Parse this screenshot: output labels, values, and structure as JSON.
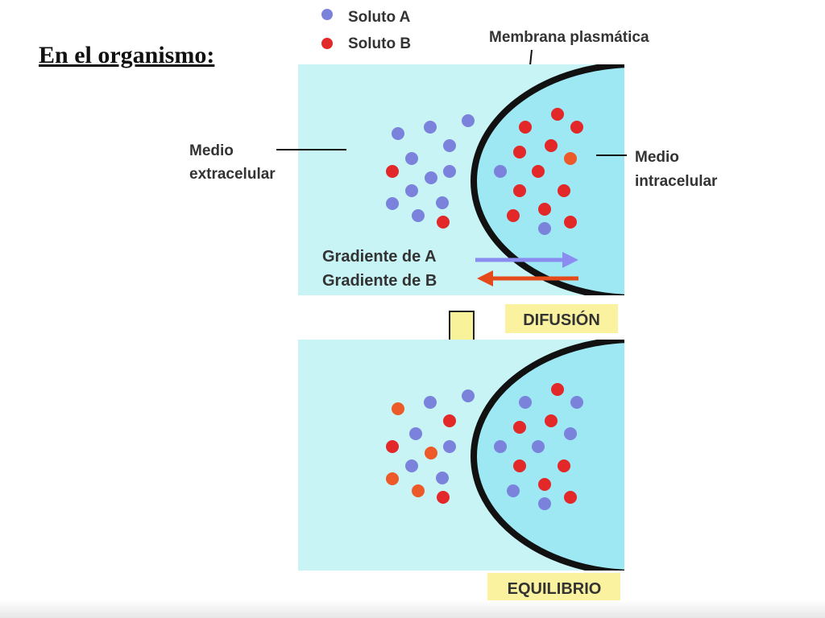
{
  "title": "En el organismo:",
  "legend": {
    "solute_a": "Soluto A",
    "solute_b": "Soluto B"
  },
  "labels": {
    "membrane": "Membrana plasmática",
    "extracellular_line1": "Medio",
    "extracellular_line2": "extracelular",
    "intracellular_line1": "Medio",
    "intracellular_line2": "intracelular",
    "gradient_a": "Gradiente de A",
    "gradient_b": "Gradiente de B"
  },
  "panels": {
    "top_caption": "DIFUSIÓN",
    "bottom_caption": "EQUILIBRIO"
  },
  "colors": {
    "extracellular": "#c8f4f6",
    "intracellular": "#9ee8f4",
    "membrane": "#111111",
    "solute_a": "#7a82dc",
    "solute_b": "#e22828",
    "solute_b_light": "#ec5a2a",
    "arrow_a": "#8a8cf0",
    "arrow_b": "#e44a1a",
    "caption_bg": "#fbf2a0",
    "down_arrow": "#f8f29a"
  },
  "icons": {
    "down_arrow": "down-arrow-icon",
    "gradient_a_arrow": "right-arrow-icon",
    "gradient_b_arrow": "left-arrow-icon"
  }
}
